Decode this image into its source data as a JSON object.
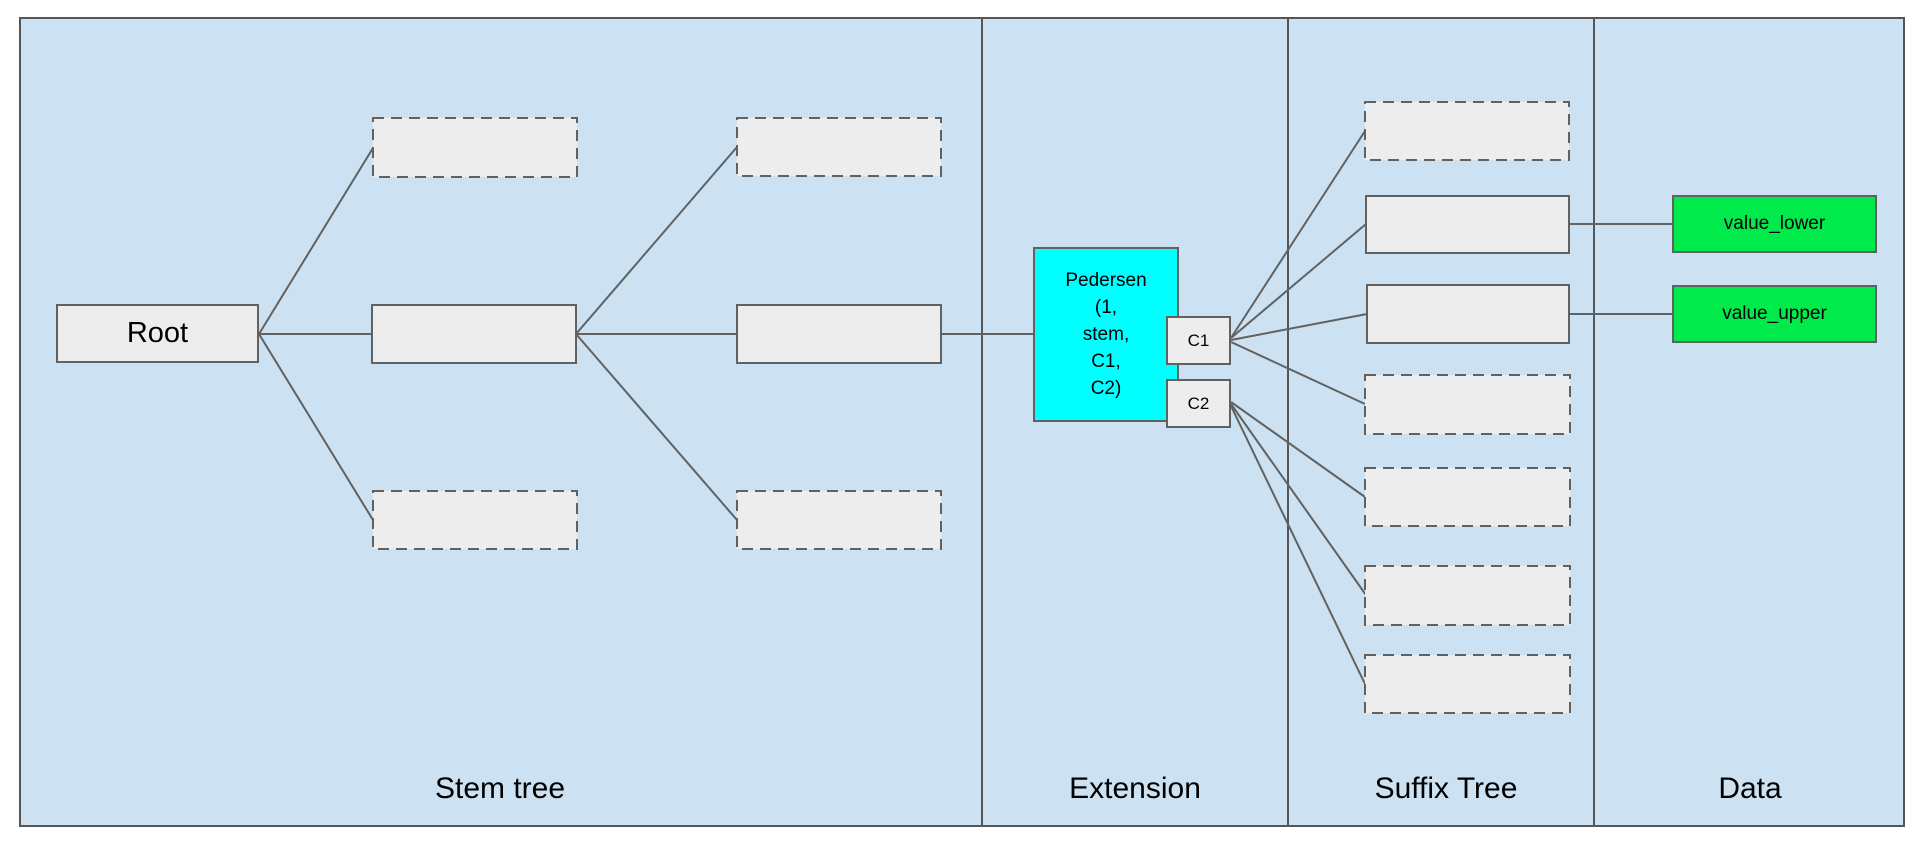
{
  "sections": [
    {
      "id": "stem",
      "label": "Stem tree"
    },
    {
      "id": "extension",
      "label": "Extension"
    },
    {
      "id": "suffix",
      "label": "Suffix Tree"
    },
    {
      "id": "data",
      "label": "Data"
    }
  ],
  "nodes": {
    "root": {
      "label": "Root"
    },
    "pedersen": {
      "label": "Pedersen (1, stem, C1, C2)",
      "lines": [
        "Pedersen",
        "(1,",
        "stem,",
        "C1,",
        "C2)"
      ]
    },
    "c1": {
      "label": "C1"
    },
    "c2": {
      "label": "C2"
    },
    "value_lower": {
      "label": "value_lower"
    },
    "value_upper": {
      "label": "value_upper"
    }
  },
  "placeholder_counts": {
    "stem_dashed_nodes": 4,
    "stem_solid_nodes": 2,
    "suffix_dashed_nodes": 5,
    "suffix_solid_nodes": 2
  },
  "colors": {
    "canvas_background": "#cce2f2",
    "frame_border": "#565656",
    "node_fill": "#ededed",
    "node_border": "#616161",
    "edge": "#616161",
    "extension_fill": "#00ffff",
    "data_fill": "#00eb4b",
    "text": "#000000"
  }
}
